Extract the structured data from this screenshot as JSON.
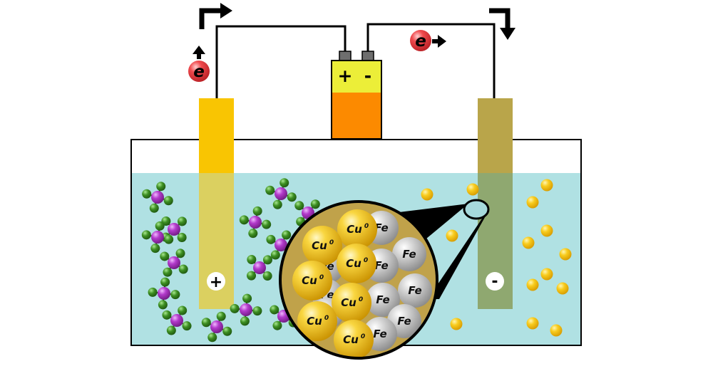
{
  "battery": {
    "positive_label": "+",
    "negative_label": "-"
  },
  "electrodes": {
    "anode_sign": "+",
    "cathode_sign": "-"
  },
  "electron_label": "e",
  "magnified": {
    "copper_label": "Cu",
    "copper_superscript": "0",
    "iron_label": "Fe"
  },
  "colors": {
    "solution": "#b0e1e3",
    "anode": "#f9c502",
    "cathode": "#b9a54a",
    "battery_top": "#ecee38",
    "battery_bottom": "#fc8a00",
    "complex_center": "#b33acb",
    "complex_ligand": "#3d8f22",
    "copper_particle": "#f4c21c",
    "iron_particle": "#c6c6c6",
    "electron": "#ee3a3e"
  }
}
